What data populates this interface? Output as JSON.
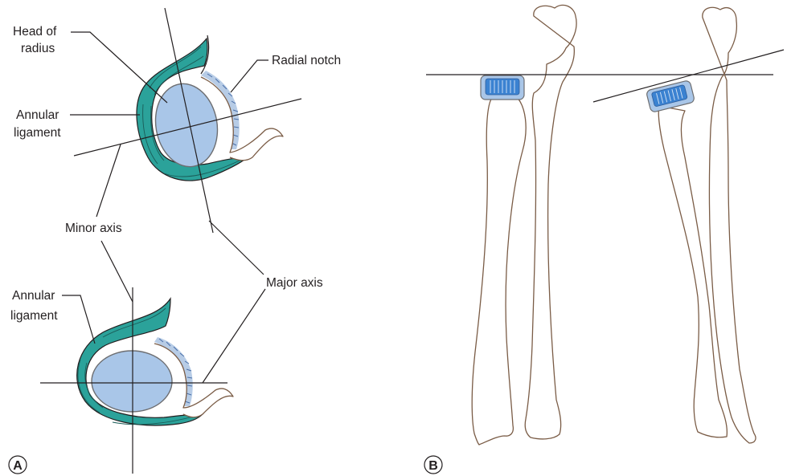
{
  "colors": {
    "ligament": "#2ba29a",
    "radial_head": "#a9c6e8",
    "cartilage": "#b7cce6",
    "cartilage_band": "#3b82d1"
  },
  "panel_a": {
    "panel_label": "A",
    "labels": {
      "head_of_radius": [
        "Head of",
        "radius"
      ],
      "radial_notch": "Radial notch",
      "annular_ligament_top": [
        "Annular",
        "ligament"
      ],
      "minor_axis": "Minor axis",
      "major_axis": "Major axis",
      "annular_ligament_bottom": [
        "Annular",
        "ligament"
      ]
    }
  },
  "panel_b": {
    "panel_label": "B"
  }
}
